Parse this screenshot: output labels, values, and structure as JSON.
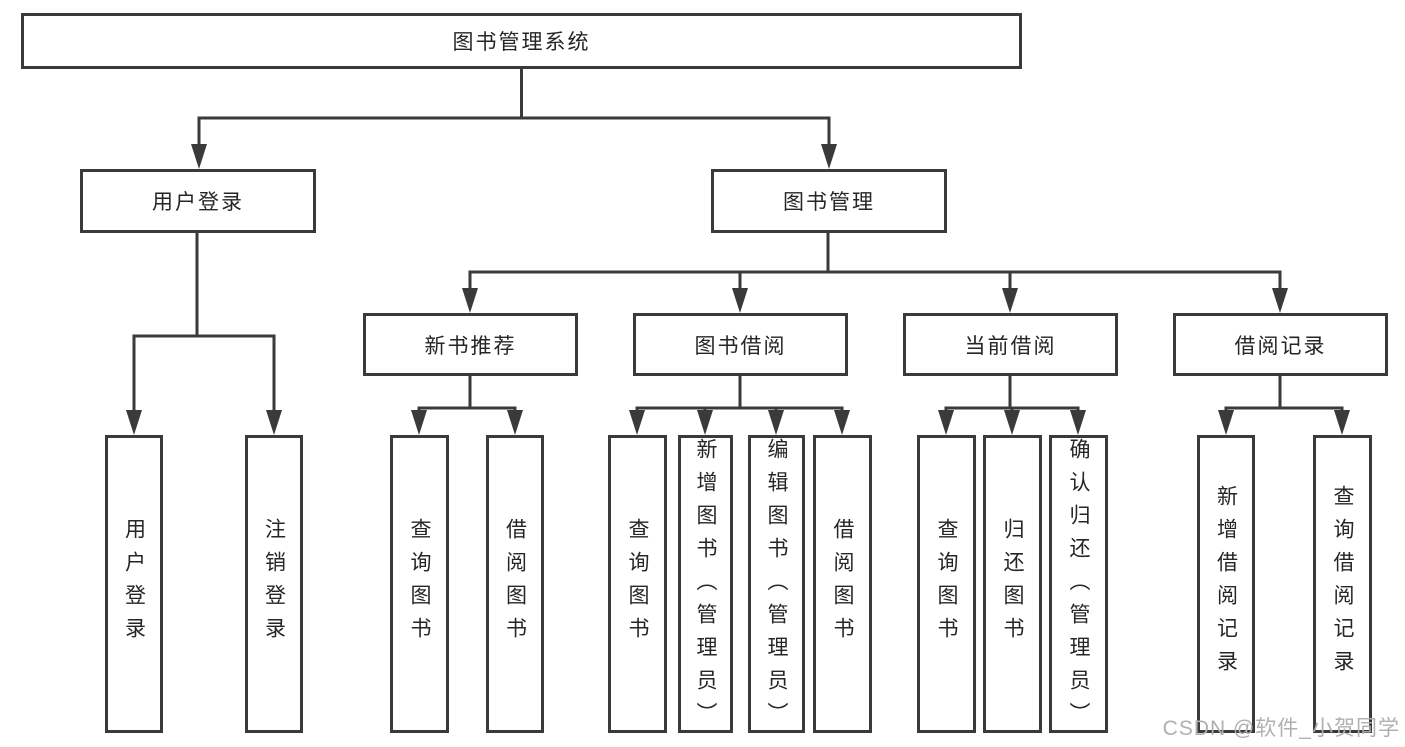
{
  "diagram": {
    "title": "图书管理系统",
    "nodes": {
      "root": "图书管理系统",
      "user_login": "用户登录",
      "book_mgmt": "图书管理",
      "new_book_rec": "新书推荐",
      "book_borrow": "图书借阅",
      "current_borrow": "当前借阅",
      "borrow_record": "借阅记录",
      "leaf_user_login": "用户登录",
      "leaf_logout": "注销登录",
      "leaf_rec_query": "查询图书",
      "leaf_rec_borrow": "借阅图书",
      "leaf_bb_query": "查询图书",
      "leaf_bb_add": "新增图书（管理员）",
      "leaf_bb_edit": "编辑图书（管理员）",
      "leaf_bb_borrow": "借阅图书",
      "leaf_cb_query": "查询图书",
      "leaf_cb_return": "归还图书",
      "leaf_cb_confirm": "确认归还（管理员）",
      "leaf_br_add": "新增借阅记录",
      "leaf_br_query": "查询借阅记录"
    },
    "line_color": "#3a3a3a",
    "text_color": "#262626"
  },
  "watermark": "CSDN @软件_小贺同学"
}
